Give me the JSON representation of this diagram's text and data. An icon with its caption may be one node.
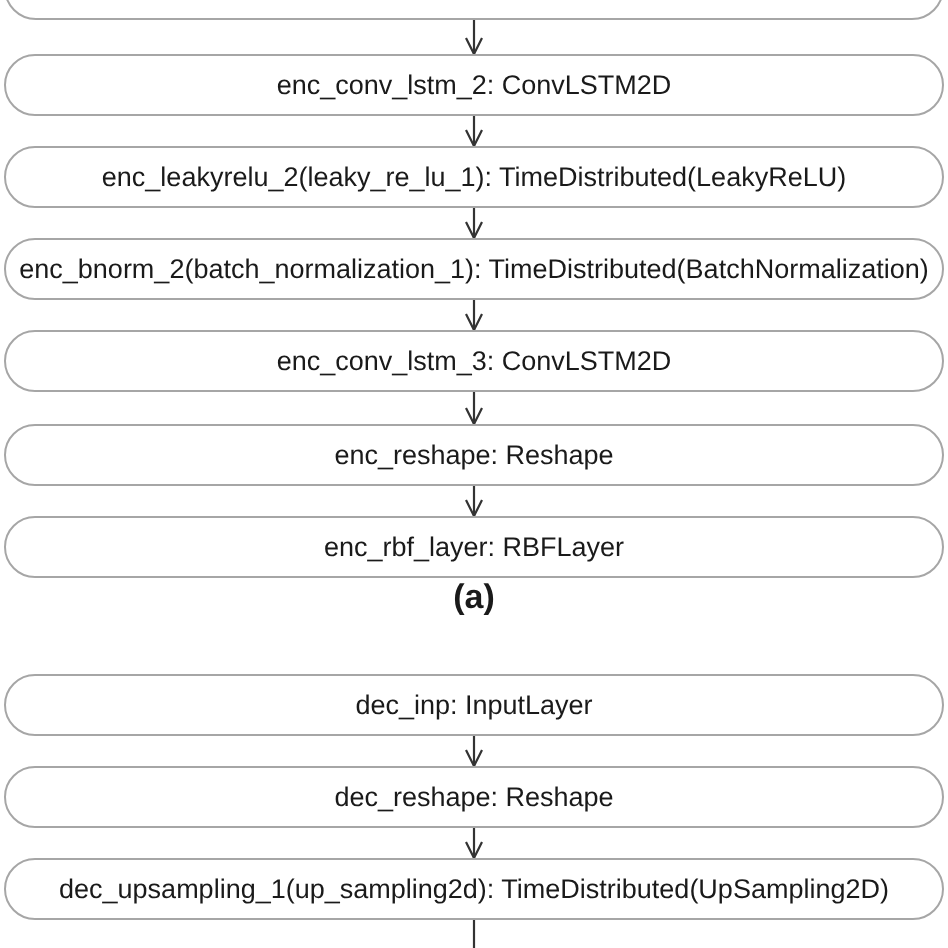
{
  "diagram": {
    "nodes": [
      {
        "text": [],
        "shape": "box"
      },
      {
        "text": [
          "enc_conv_lstm_2: ConvLSTM2D"
        ]
      },
      {
        "text": [
          "enc_leakyrelu_2(leaky_re_lu_1): TimeDistributed(LeakyReLU)"
        ]
      },
      {
        "text": [
          "enc_bnorm_2(batch_normalization_1): TimeDistributed(BatchNormalization)"
        ]
      },
      {
        "text": [
          "enc_conv_lstm_3: ConvLSTM2D"
        ]
      },
      {
        "text": [
          "enc_reshape: Reshape"
        ]
      },
      {
        "text": [
          "enc_rbf_layer: RBFLayer"
        ]
      },
      {
        "text": [
          "dec_inp: InputLayer"
        ]
      },
      {
        "text": [
          "dec_reshape: Reshape"
        ]
      },
      {
        "text": [
          "dec_upsampling_1(up_sampling2d): TimeDistributed(UpSampling2D)"
        ]
      }
    ],
    "edges": [
      {
        "from": 0,
        "to": 1,
        "arrow": "to"
      },
      {
        "from": 1,
        "to": 2,
        "arrow": "to"
      },
      {
        "from": 2,
        "to": 3,
        "arrow": "to"
      },
      {
        "from": 3,
        "to": 4,
        "arrow": "to"
      },
      {
        "from": 4,
        "to": 5,
        "arrow": "to"
      },
      {
        "from": 5,
        "to": 6,
        "arrow": "to"
      },
      {
        "from": 7,
        "to": 8,
        "arrow": "to"
      },
      {
        "from": 8,
        "to": 9,
        "arrow": "to"
      },
      {
        "from": 9,
        "to": null,
        "arrow": "none"
      }
    ],
    "labels": [
      "(a)"
    ]
  }
}
